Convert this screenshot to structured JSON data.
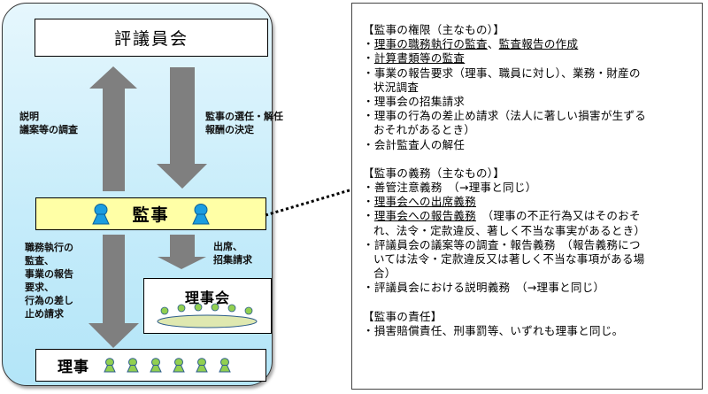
{
  "diagram": {
    "council": "評議員会",
    "auditor": "監事",
    "board": "理事会",
    "director": "理事",
    "arrow_up_label": "説明\n議案等の調査",
    "arrow_down_label": "監事の選任・解任\n報酬の決定",
    "arrow_to_director_label": "職務執行の\n監査、\n事業の報告\n要求、\n行為の差し\n止め請求",
    "arrow_to_board_label": "出席、\n招集請求",
    "colors": {
      "panel_bg": "#c6ecfa",
      "auditor_box": "#ffffa6",
      "arrow": "#7f7f7f",
      "auditor_icon": "#1b9de0",
      "director_icon": "#92d050",
      "table": "#dfe8b0"
    }
  },
  "details": {
    "sections": [
      {
        "heading": "【監事の権限（主なもの）】",
        "items": [
          {
            "parts": [
              {
                "text": "理事の職務執行の監査",
                "u": true
              },
              {
                "text": "、"
              },
              {
                "text": "監査報告の作成",
                "u": true
              }
            ]
          },
          {
            "parts": [
              {
                "text": "計算書類等の監査",
                "u": true
              }
            ]
          },
          {
            "parts": [
              {
                "text": "事業の報告要求（理事、職員に対し）、業務・財産の"
              }
            ],
            "cont": [
              "状況調査"
            ]
          },
          {
            "parts": [
              {
                "text": "理事会の招集請求"
              }
            ]
          },
          {
            "parts": [
              {
                "text": "理事の行為の差止め請求（法人に著しい損害が生ずる"
              }
            ],
            "cont": [
              "おそれがあるとき）"
            ]
          },
          {
            "parts": [
              {
                "text": "会計監査人の解任"
              }
            ]
          }
        ]
      },
      {
        "heading": "【監事の義務（主なもの）】",
        "items": [
          {
            "parts": [
              {
                "text": "善管注意義務　（→理事と同じ）"
              }
            ]
          },
          {
            "parts": [
              {
                "text": "理事会への出席義務",
                "u": true
              }
            ]
          },
          {
            "parts": [
              {
                "text": "理事会への報告義務",
                "u": true
              },
              {
                "text": "　（理事の不正行為又はそのおそ"
              }
            ],
            "cont": [
              "れ、法令・定款違反、著しく不当な事実があるとき）"
            ]
          },
          {
            "parts": [
              {
                "text": "評議員会の議案等の調査・報告義務　（報告義務につ"
              }
            ],
            "cont": [
              "いては法令・定款違反又は著しく不当な事項がある場",
              "合）"
            ]
          },
          {
            "parts": [
              {
                "text": "評議員会における説明義務　（→理事と同じ）"
              }
            ]
          }
        ]
      },
      {
        "heading": "【監事の責任】",
        "items": [
          {
            "parts": [
              {
                "text": "損害賠償責任、刑事罰等、いずれも理事と同じ。"
              }
            ]
          }
        ]
      }
    ],
    "bullet": "・"
  }
}
